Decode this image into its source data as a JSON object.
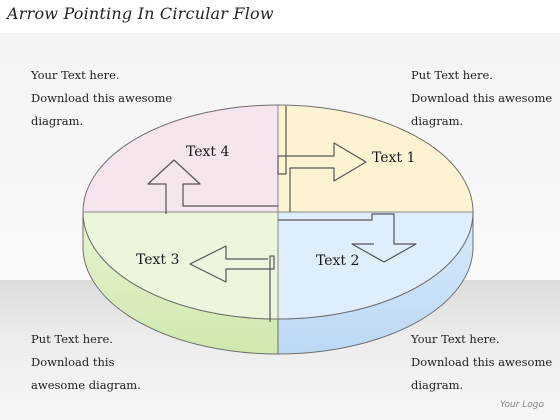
{
  "title": "Arrow Pointing In Circular Flow",
  "notes": {
    "top_left": [
      "Your Text here.",
      "Download this awesome",
      "diagram."
    ],
    "top_right": [
      "Put Text here.",
      "Download this awesome",
      "diagram."
    ],
    "bottom_left": [
      "Put Text here.",
      "Download this",
      "awesome diagram."
    ],
    "bottom_right": [
      "Your Text here.",
      "Download this awesome",
      "diagram."
    ]
  },
  "segments": [
    {
      "label": "Text 1",
      "color": "#fdf3d2"
    },
    {
      "label": "Text 2",
      "color": "#dfeefc"
    },
    {
      "label": "Text 3",
      "color": "#ecf6dd"
    },
    {
      "label": "Text 4",
      "color": "#f6e4ee"
    }
  ],
  "side_colors": {
    "left": "#d8eeb8",
    "right": "#c4def8"
  },
  "logo": "Your Logo"
}
